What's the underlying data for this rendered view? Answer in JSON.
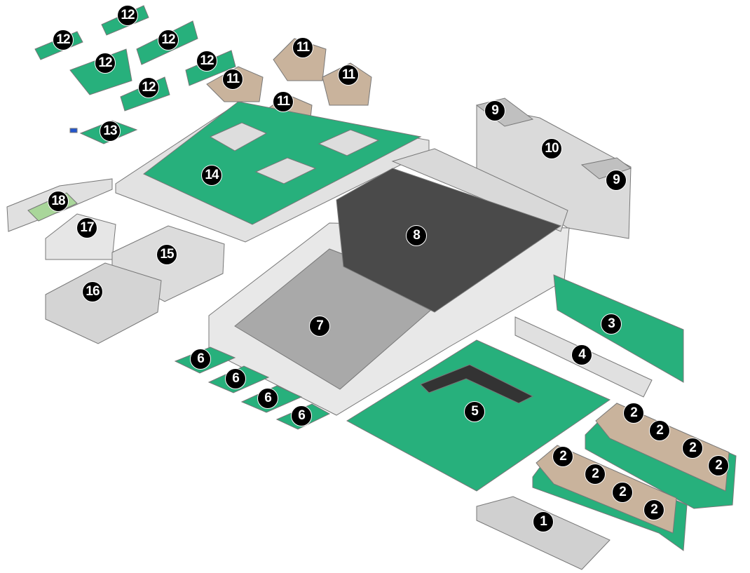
{
  "diagram": {
    "colors": {
      "board": "#27b07c",
      "heatsink": "#c9b39c",
      "metal": "#d8d8d8",
      "duct": "#4a4a4a",
      "callout": "#000000"
    },
    "callouts": {
      "c1": "1",
      "c2": "2",
      "c3": "3",
      "c4": "4",
      "c5": "5",
      "c6": "6",
      "c7": "7",
      "c8": "8",
      "c9": "9",
      "c10": "10",
      "c11": "11",
      "c12": "12",
      "c13": "13",
      "c14": "14",
      "c15": "15",
      "c16": "16",
      "c17": "17",
      "c18": "18"
    }
  }
}
